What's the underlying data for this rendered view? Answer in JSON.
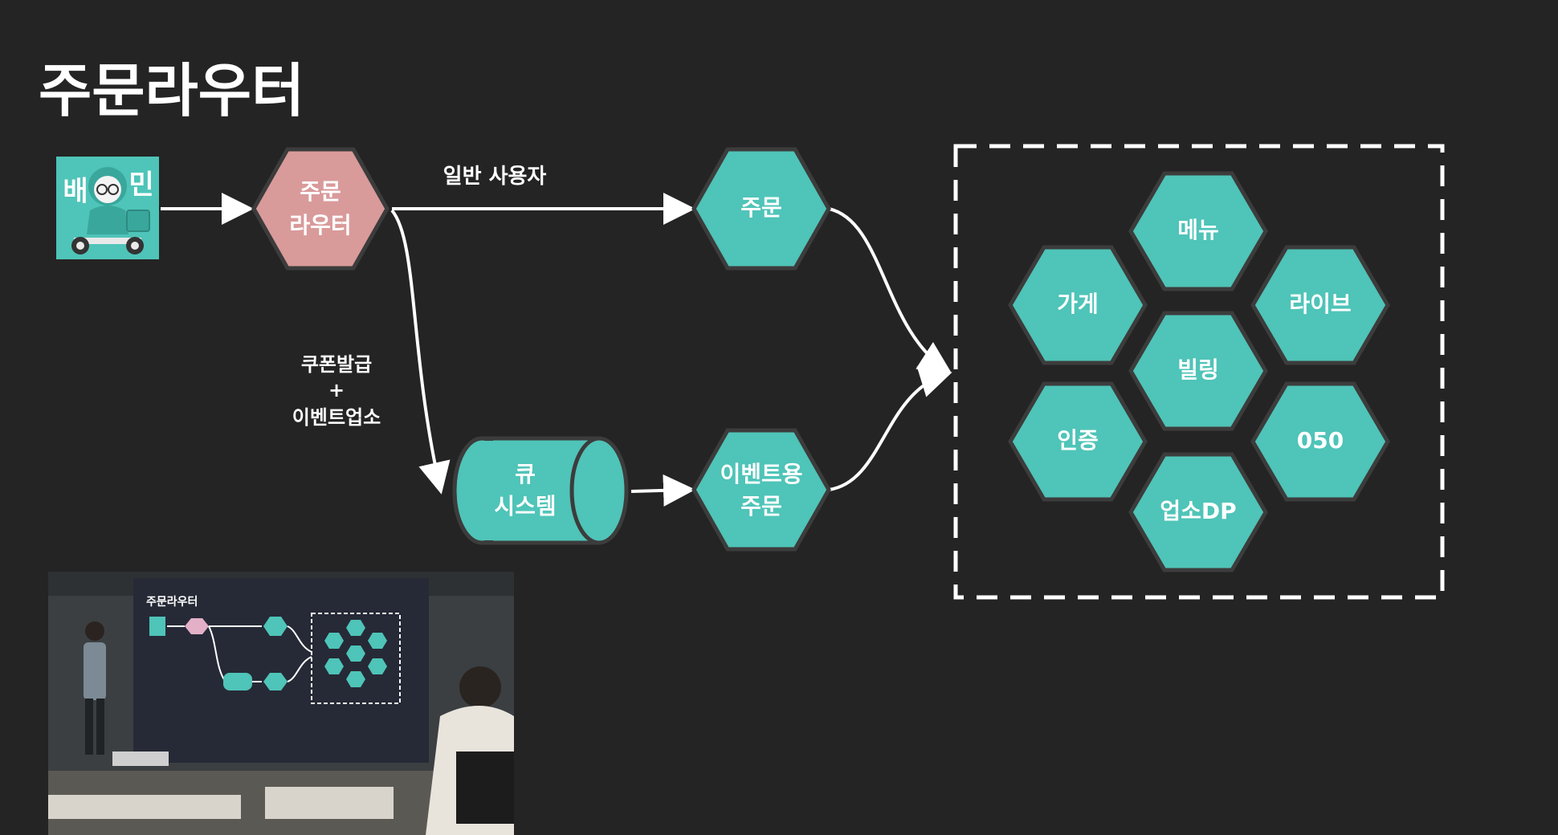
{
  "title": "주문라우터",
  "colors": {
    "background": "#242424",
    "teal": "#4fc4b8",
    "pink": "#d99a9a",
    "hex_border": "#3c3c3c",
    "text": "#ffffff",
    "arrow": "#ffffff"
  },
  "logo": {
    "text_left": "배",
    "text_right": "민",
    "name": "baemin-logo"
  },
  "nodes": {
    "router": [
      "주문",
      "라우터"
    ],
    "order": [
      "주문"
    ],
    "event_order": [
      "이벤트용",
      "주문"
    ],
    "queue": [
      "큐",
      "시스템"
    ]
  },
  "edges": {
    "general_user": "일반 사용자",
    "coupon": [
      "쿠폰발급",
      "+",
      "이벤트업소"
    ]
  },
  "services": [
    "메뉴",
    "가게",
    "라이브",
    "빌링",
    "인증",
    "050",
    "업소DP"
  ],
  "video_thumbnail": {
    "slide_title": "주문라우터"
  }
}
